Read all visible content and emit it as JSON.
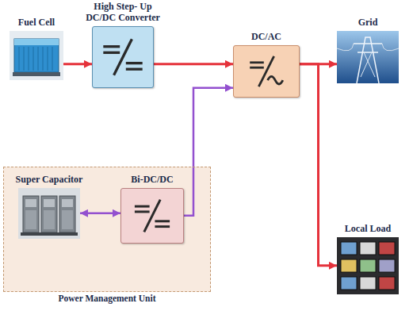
{
  "diagram": {
    "nodes": [
      {
        "text": [
          "Fuel Cell"
        ]
      },
      {
        "text": [
          "High Step- Up DC/DC Converter"
        ]
      },
      {
        "text": [
          "DC/AC"
        ]
      },
      {
        "text": [
          "Grid"
        ]
      },
      {
        "text": [
          "Power Management Unit"
        ]
      },
      {
        "text": [
          "Super Capacitor"
        ],
        "in": 4
      },
      {
        "text": [
          "Bi-DC/DC"
        ],
        "in": 4
      },
      {
        "text": [
          "Local Load"
        ]
      }
    ],
    "edges": [
      {
        "from": 0,
        "to": 1,
        "arrow": "to"
      },
      {
        "from": 1,
        "to": 2,
        "arrow": "to"
      },
      {
        "from": 2,
        "to": 3,
        "arrow": "to"
      },
      {
        "from": 2,
        "to": 7,
        "arrow": "to"
      },
      {
        "from": 5,
        "to": 6,
        "arrow": "both"
      },
      {
        "from": 6,
        "to": 2,
        "arrow": "to"
      }
    ]
  }
}
